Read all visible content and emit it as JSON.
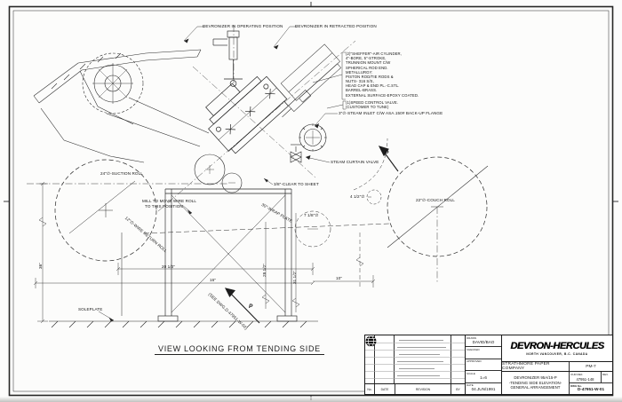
{
  "drawing": {
    "caption": "VIEW LOOKING FROM TENDING SIDE",
    "labels": {
      "operating": "DEVRONIZER IN OPERATING POSITION",
      "retracted": "DEVRONIZER IN RETRACTED POSITION",
      "steam_curtain_valve": "STEAM CURTAIN VALVE",
      "suction_roll": "24\"∅-SUCTION ROLL",
      "couch_roll": "22\"∅-COUCH ROLL",
      "mill_move_1": "MILL TO MOVE WIRE ROLL",
      "mill_move_2": "TO THIS POSITION",
      "wire_plate": "12\"∅-WIRE RETURN ROLL",
      "wrap_plate": "30°-WRAP PLATE",
      "clear_to_sheet": "3/8\"-CLEAR TO SHEET",
      "steam_inlet": "3\"∅-STEAM INLET C/W ASA.150# BACK-UP FLANGE",
      "soleplate": "SOLEPLATE",
      "see_dwg": "(SEE DWG.D-47951-W-02)",
      "p_marker": "P"
    },
    "cylinder_note": [
      "(2)\"SHEFFER\"-AIR CYLINDER,",
      "4\"-BORE, 5\"-STROKE,",
      "TRUNNION MOUNT C/W",
      "SPHERICAL ROD END.",
      "METALLURGY:",
      "PISTON ROD/TIE RODS &",
      "NUTS- 316 S/S,",
      "HEAD CAP & END PL.-C.STL.",
      "BARREL-BRASS.",
      "EXTERNAL SURFACE-EPOXY COATED."
    ],
    "valve_note": [
      "(1)SPEED CONTROL VALVE.",
      "(CUSTOMER TO TUNE)"
    ],
    "dims": {
      "d20": "20 1/2\"",
      "d28": "28 1/2\"",
      "d31": "31 1/2\"",
      "d16": "16\"",
      "d10": "10\"",
      "d36": "36\"",
      "d45": "4 1/2\"∅",
      "d71": "7 1/8\"∅"
    }
  },
  "titleblock": {
    "logo": "DEVRON-HERCULES",
    "logo_sub": "NORTH VANCOUVER, B.C. CANADA",
    "customer": "STRATHMORE PAPER COMPANY",
    "machine": "PM-7",
    "title_lines": [
      "DEVRONIZER 95A/15-P",
      "-TENDING SIDE ELEVATION-",
      "GENERAL ARRANGEMENT"
    ],
    "our_ref_label": "OUR REF.",
    "our_ref": "47951-148",
    "rev_label": "REV.",
    "dwg_label": "DWG No.",
    "dwg_no": "D-47951-W-01",
    "drawn_label": "DRAWN",
    "drawn": "DAVID/BAO",
    "checked_label": "CHECKED",
    "approved_label": "APPROVED",
    "scale_label": "SCALE",
    "scale": "1=6",
    "date_label": "DATE",
    "date": "04.JUN/1991",
    "revtable": {
      "no": "No.",
      "date": "DATE",
      "revision": "REVISION",
      "by": "BY"
    }
  }
}
